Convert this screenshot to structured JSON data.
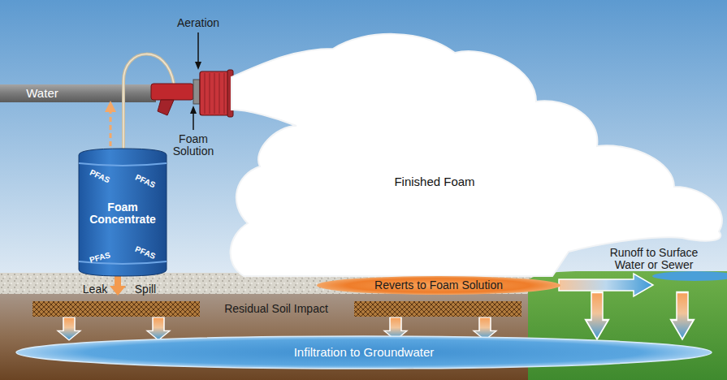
{
  "diagram": {
    "nodes": [
      {
        "text": [
          "Water"
        ]
      },
      {
        "text": [
          "PFAS",
          "PFAS",
          "Foam Concentrate",
          "PFAS",
          "PFAS"
        ]
      },
      {
        "text": [
          "Finished Foam"
        ]
      },
      {
        "text": [
          "Reverts to Foam Solution"
        ]
      },
      {
        "text": [
          "Infiltration to Groundwater"
        ]
      }
    ],
    "labels": [
      "Aeration",
      "Foam Solution",
      "Leak",
      "Spill",
      "Residual Soil Impact",
      "Runoff to Surface Water or Sewer"
    ]
  }
}
